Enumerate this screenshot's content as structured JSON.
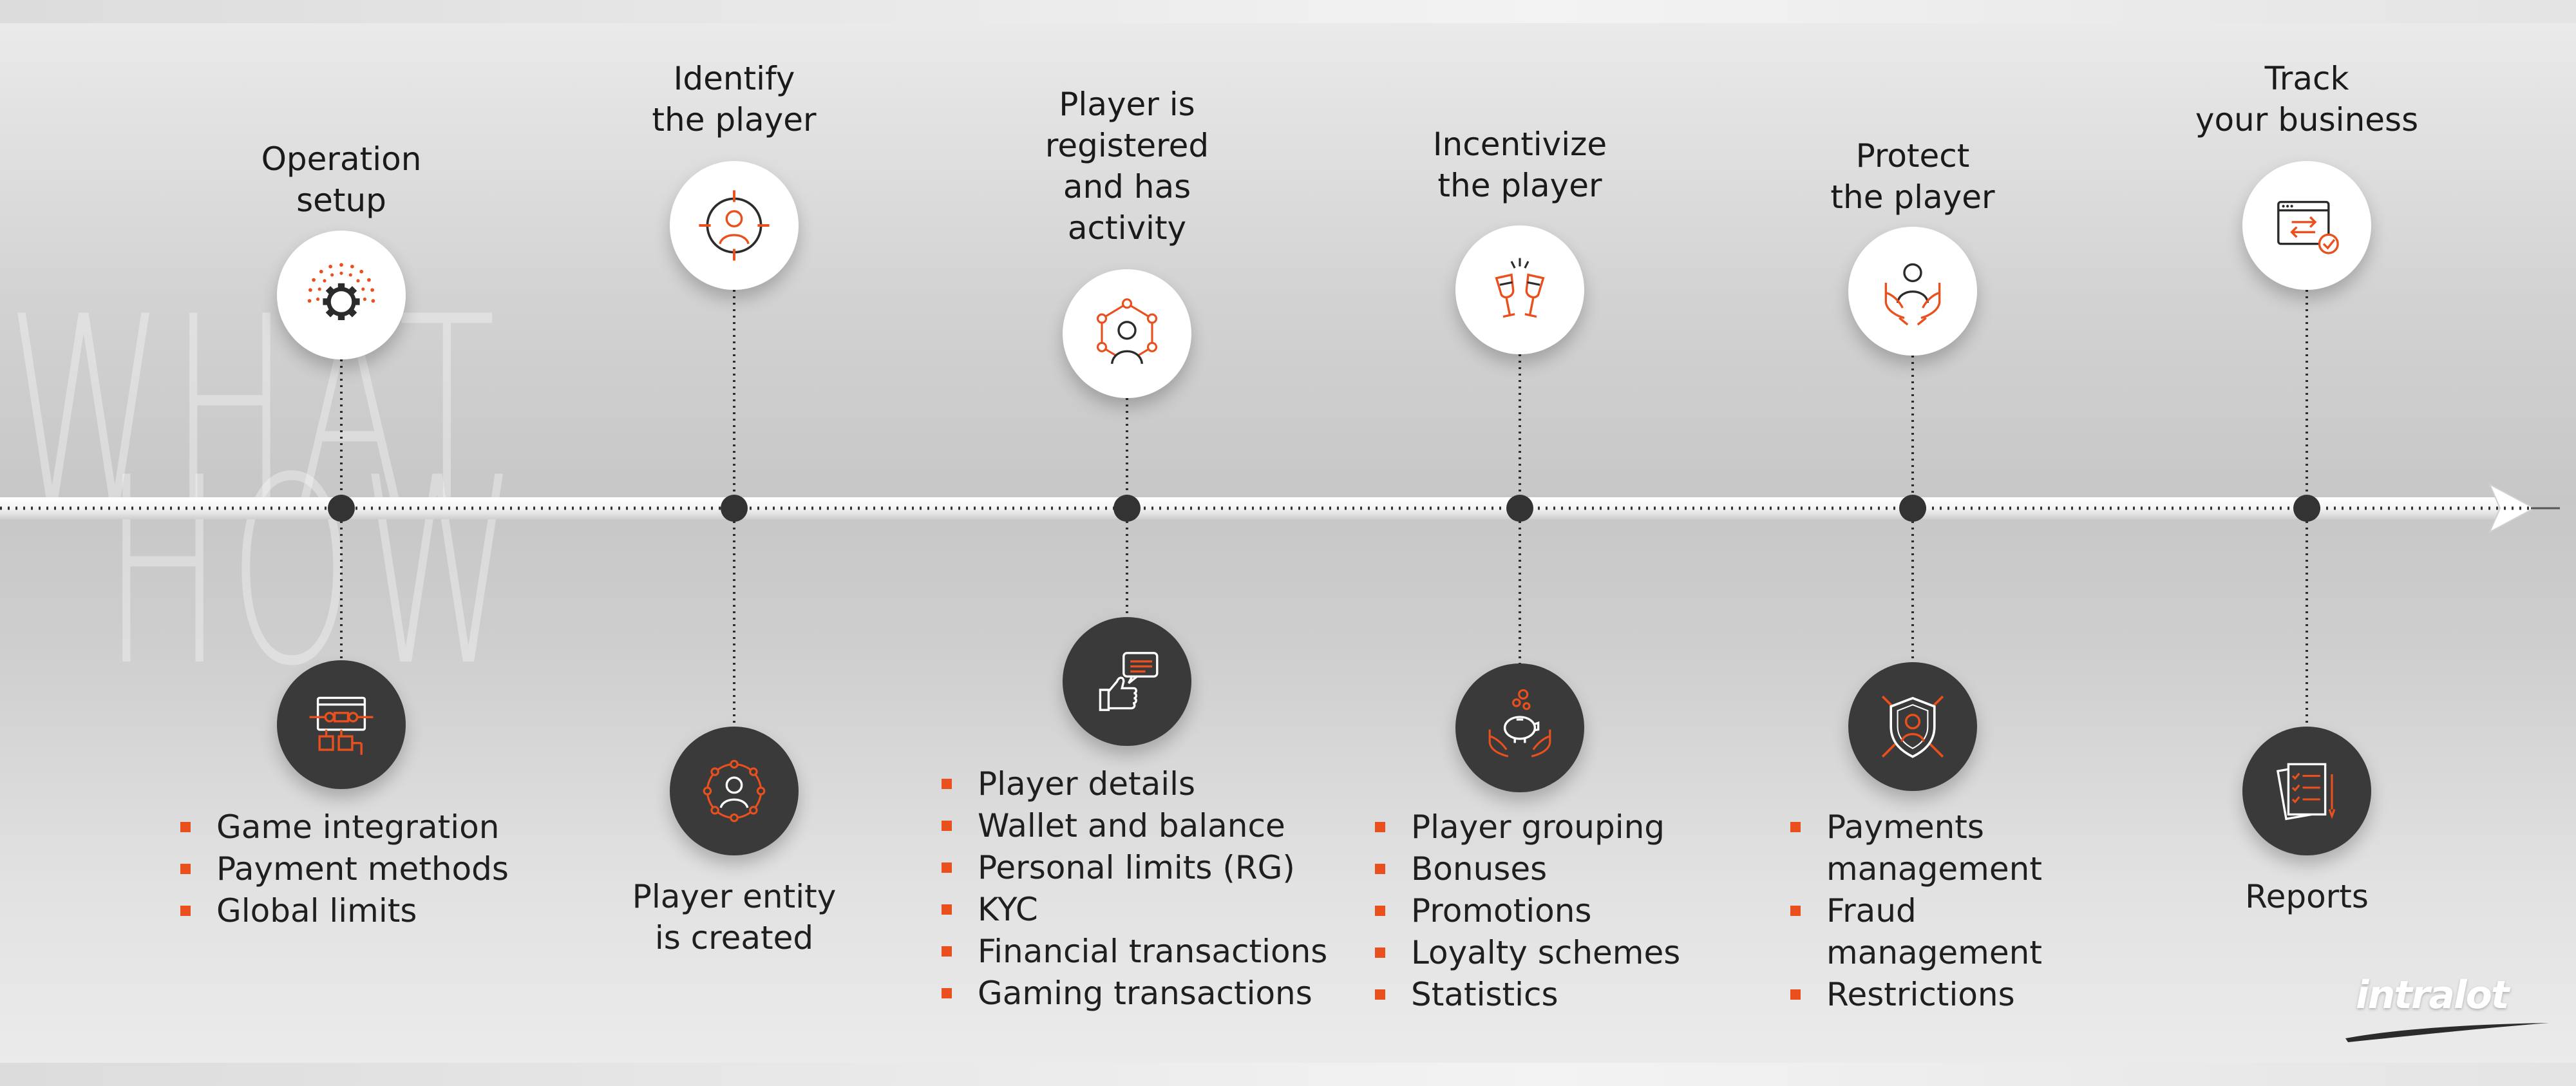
{
  "watermark": {
    "top": "WHAT",
    "bottom": "HOW"
  },
  "brand": "intralot",
  "colors": {
    "accent": "#e9501e",
    "dark_circle": "#3a3a3a",
    "line": "#2e2e2e"
  },
  "steps": [
    {
      "title": "Operation\nsetup",
      "top_icon": "gear-settings-icon",
      "bottom_icon": "integration-screen-icon",
      "bullets": [
        "Game integration",
        "Payment methods",
        "Global limits"
      ]
    },
    {
      "title": "Identify\nthe player",
      "top_icon": "target-person-icon",
      "bottom_icon": "player-network-icon",
      "caption": "Player entity\nis created"
    },
    {
      "title": "Player is\nregistered\nand has\nactivity",
      "top_icon": "person-network-icon",
      "bottom_icon": "thumbs-up-chat-icon",
      "bullets": [
        "Player details",
        "Wallet and balance",
        "Personal limits (RG)",
        "KYC",
        "Financial transactions",
        "Gaming transactions"
      ]
    },
    {
      "title": "Incentivize\nthe player",
      "top_icon": "champagne-toast-icon",
      "bottom_icon": "piggy-bank-hands-icon",
      "bullets": [
        "Player grouping",
        "Bonuses",
        "Promotions",
        "Loyalty schemes",
        "Statistics"
      ]
    },
    {
      "title": "Protect\nthe player",
      "top_icon": "protective-hands-icon",
      "bottom_icon": "shield-person-icon",
      "bullets": [
        "Payments\nmanagement",
        "Fraud\nmanagement",
        "Restrictions"
      ]
    },
    {
      "title": "Track\nyour business",
      "top_icon": "browser-exchange-icon",
      "bottom_icon": "report-documents-icon",
      "caption": "Reports"
    }
  ]
}
